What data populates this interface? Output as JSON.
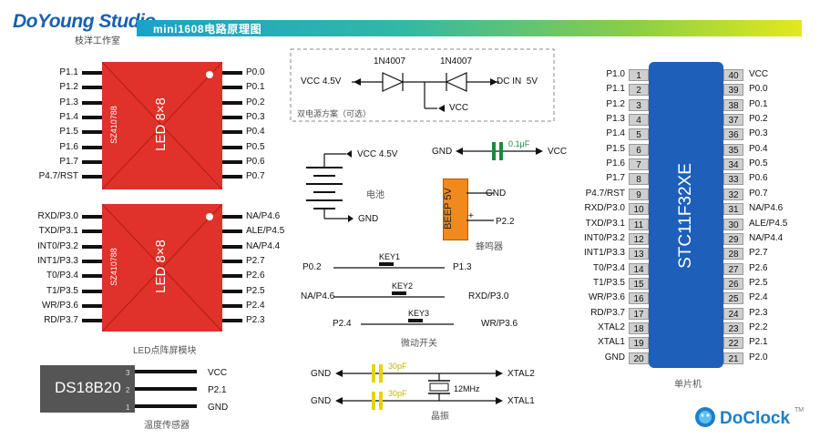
{
  "header": {
    "logo": "DoYoung Studio",
    "logo_sub": "枝洋工作室",
    "title": "mini1608电路原理图"
  },
  "led_module": {
    "top_left_pins": [
      "P1.1",
      "P1.2",
      "P1.3",
      "P1.4",
      "P1.5",
      "P1.6",
      "P1.7",
      "P4.7/RST"
    ],
    "top_right_pins": [
      "P0.0",
      "P0.1",
      "P0.2",
      "P0.3",
      "P0.4",
      "P0.5",
      "P0.6",
      "P0.7"
    ],
    "bottom_left_pins": [
      "RXD/P3.0",
      "TXD/P3.1",
      "INT0/P3.2",
      "INT1/P3.3",
      "T0/P3.4",
      "T1/P3.5",
      "WR/P3.6",
      "RD/P3.7"
    ],
    "bottom_right_pins": [
      "NA/P4.6",
      "ALE/P4.5",
      "NA/P4.4",
      "P2.7",
      "P2.6",
      "P2.5",
      "P2.4",
      "P2.3"
    ],
    "part_code": "SZ410788",
    "label": "LED 8×8",
    "caption": "LED点阵屏模块",
    "color": "#e0312a"
  },
  "ds18b20": {
    "label": "DS18B20",
    "pins": [
      "VCC",
      "P2.1",
      "GND"
    ],
    "pin_numbers": [
      "3",
      "2",
      "1"
    ],
    "caption": "温度传感器"
  },
  "power": {
    "vcc_in": "VCC 4.5V",
    "diode1": "1N4007",
    "diode2": "1N4007",
    "dc_in": "DC IN  5V",
    "vcc_out": "VCC",
    "caption": "双电源方案（可选）"
  },
  "battery": {
    "vcc": "VCC 4.5V",
    "gnd": "GND",
    "caption": "电池"
  },
  "capacitor": {
    "gnd": "GND",
    "value": "0.1μF",
    "vcc": "VCC"
  },
  "beeper": {
    "label": "BEEP 5V",
    "gnd": "GND",
    "pin": "P2.2",
    "caption": "蜂鸣器",
    "plus": "+",
    "color": "#f08a1c"
  },
  "keys": [
    {
      "name": "KEY1",
      "left": "P0.2",
      "right": "P1.3"
    },
    {
      "name": "KEY2",
      "left": "NA/P4.6",
      "right": "RXD/P3.0"
    },
    {
      "name": "KEY3",
      "left": "P2.4",
      "right": "WR/P3.6"
    }
  ],
  "keys_caption": "微动开关",
  "crystal": {
    "gnd1": "GND",
    "gnd2": "GND",
    "cap1": "30pF",
    "cap2": "30pF",
    "freq": "12MHz",
    "xtal2": "XTAL2",
    "xtal1": "XTAL1",
    "caption": "晶振"
  },
  "mcu": {
    "label": "STC11F32XE",
    "caption": "单片机",
    "color": "#1d5fb9",
    "left_pins": [
      {
        "name": "P1.0",
        "num": "1"
      },
      {
        "name": "P1.1",
        "num": "2"
      },
      {
        "name": "P1.2",
        "num": "3"
      },
      {
        "name": "P1.3",
        "num": "4"
      },
      {
        "name": "P1.4",
        "num": "5"
      },
      {
        "name": "P1.5",
        "num": "6"
      },
      {
        "name": "P1.6",
        "num": "7"
      },
      {
        "name": "P1.7",
        "num": "8"
      },
      {
        "name": "P4.7/RST",
        "num": "9"
      },
      {
        "name": "RXD/P3.0",
        "num": "10"
      },
      {
        "name": "TXD/P3.1",
        "num": "11"
      },
      {
        "name": "INT0/P3.2",
        "num": "12"
      },
      {
        "name": "INT1/P3.3",
        "num": "13"
      },
      {
        "name": "T0/P3.4",
        "num": "14"
      },
      {
        "name": "T1/P3.5",
        "num": "15"
      },
      {
        "name": "WR/P3.6",
        "num": "16"
      },
      {
        "name": "RD/P3.7",
        "num": "17"
      },
      {
        "name": "XTAL2",
        "num": "18"
      },
      {
        "name": "XTAL1",
        "num": "19"
      },
      {
        "name": "GND",
        "num": "20"
      }
    ],
    "right_pins": [
      {
        "name": "VCC",
        "num": "40"
      },
      {
        "name": "P0.0",
        "num": "39"
      },
      {
        "name": "P0.1",
        "num": "38"
      },
      {
        "name": "P0.2",
        "num": "37"
      },
      {
        "name": "P0.3",
        "num": "36"
      },
      {
        "name": "P0.4",
        "num": "35"
      },
      {
        "name": "P0.5",
        "num": "34"
      },
      {
        "name": "P0.6",
        "num": "33"
      },
      {
        "name": "P0.7",
        "num": "32"
      },
      {
        "name": "NA/P4.6",
        "num": "31"
      },
      {
        "name": "ALE/P4.5",
        "num": "30"
      },
      {
        "name": "NA/P4.4",
        "num": "29"
      },
      {
        "name": "P2.7",
        "num": "28"
      },
      {
        "name": "P2.6",
        "num": "27"
      },
      {
        "name": "P2.5",
        "num": "26"
      },
      {
        "name": "P2.4",
        "num": "25"
      },
      {
        "name": "P2.3",
        "num": "24"
      },
      {
        "name": "P2.2",
        "num": "23"
      },
      {
        "name": "P2.1",
        "num": "22"
      },
      {
        "name": "P2.0",
        "num": "21"
      }
    ]
  },
  "footer_logo": {
    "text": "DoClock",
    "tm": "TM"
  }
}
